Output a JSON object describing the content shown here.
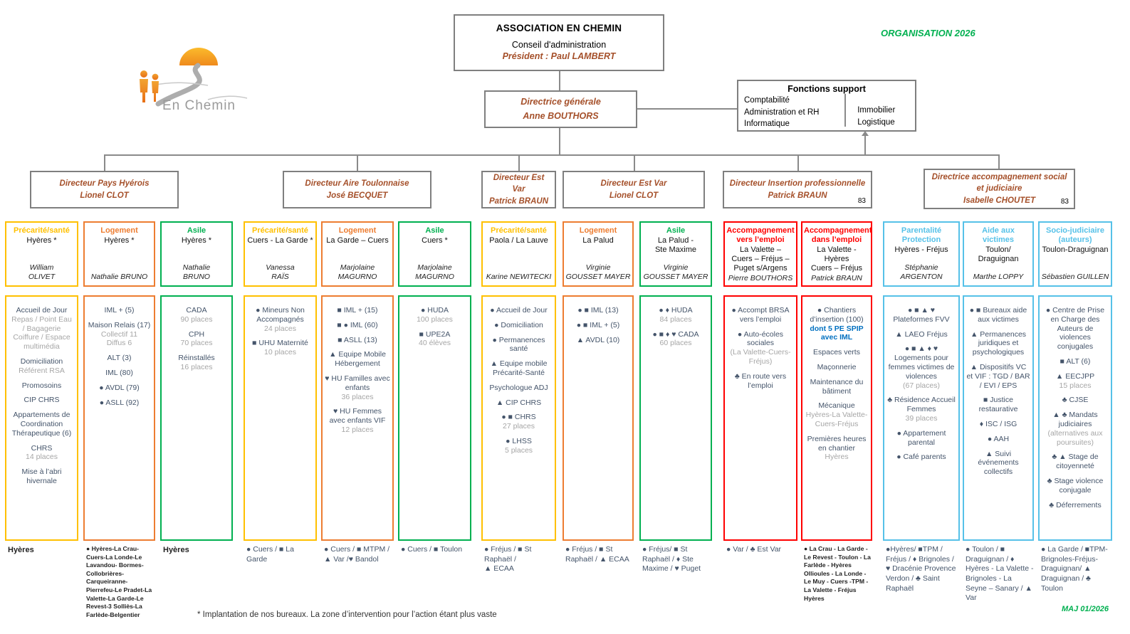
{
  "organisation_label": "ORGANISATION 2026",
  "maj_label": "MAJ 01/2026",
  "footnote": "* Implantation de nos bureaux. La zone d’intervention pour l’action étant plus vaste",
  "logo": {
    "text": "En Chemin"
  },
  "association": {
    "title": "ASSOCIATION EN CHEMIN",
    "board": "Conseil d'administration",
    "president": "Président : Paul LAMBERT"
  },
  "direction": {
    "role": "Directrice générale",
    "name": "Anne BOUTHORS"
  },
  "support": {
    "title": "Fonctions support",
    "left": [
      "Comptabilité",
      "Administration et RH",
      "Informatique"
    ],
    "right": [
      "Immobilier",
      "Logistique"
    ]
  },
  "directors": [
    {
      "title": "Directeur Pays Hyérois",
      "name": "Lionel CLOT"
    },
    {
      "title": "Directeur Aire Toulonnaise",
      "name": "José BECQUET"
    },
    {
      "title": "Directeur Est Var",
      "name": "Patrick BRAUN"
    },
    {
      "title": "Directeur Est Var",
      "name": "Lionel CLOT"
    },
    {
      "title": "Directeur Insertion professionnelle",
      "name": "Patrick BRAUN",
      "badge": "83"
    },
    {
      "title": "Directrice accompagnement social et judiciaire",
      "name": "Isabelle CHOUTET",
      "badge": "83"
    }
  ],
  "palette": {
    "yellow": "#FFC000",
    "orange": "#ED7D31",
    "green": "#00B050",
    "red": "#FF0000",
    "blue": "#56C1E8",
    "brown_text": "#A5502A",
    "body_text": "#44546A",
    "gray_text": "#A6A6A6",
    "blue_text": "#0070C0",
    "green_text": "#00B050"
  },
  "columns": [
    {
      "color": "yellow",
      "header": {
        "category": "Précarité/santé",
        "location": "Hyères *",
        "name": "William\nOLIVET"
      },
      "items": [
        {
          "text": "Accueil de Jour",
          "sub": "Repas / Point Eau\n/ Bagagerie\nCoiffure / Espace\nmultimédia"
        },
        {
          "text": "Domiciliation",
          "sub": "Référent RSA"
        },
        {
          "text": "Promosoins"
        },
        {
          "text": "CIP CHRS"
        },
        {
          "text": "Appartements de Coordination Thérapeutique (6)"
        },
        {
          "text": "CHRS",
          "sub": "14 places"
        },
        {
          "text": "Mise à l’abri hivernale"
        }
      ],
      "footer": "Hyères"
    },
    {
      "color": "orange",
      "header": {
        "category": "Logement",
        "location": "Hyères *",
        "name": "Nathalie BRUNO"
      },
      "items": [
        {
          "text": "IML + (5)"
        },
        {
          "text": "Maison Relais (17)",
          "sub": "Collectif 11\nDiffus 6"
        },
        {
          "text": "ALT (3)"
        },
        {
          "text": "IML (80)"
        },
        {
          "text": "● AVDL (79)"
        },
        {
          "text": "● ASLL (92)"
        }
      ],
      "footer": "● Hyères-La Crau-Cuers-La Londe-Le Lavandou- Bormes-Collobrières-Carqueiranne-Pierrefeu-Le Pradet-La Valette-La Garde-Le Revest-3 Solliès-La Farlède-Belgentier"
    },
    {
      "color": "green",
      "header": {
        "category": "Asile",
        "location": "Hyères *",
        "name": "Nathalie\nBRUNO"
      },
      "items": [
        {
          "text": "CADA",
          "sub": "90 places"
        },
        {
          "text": "CPH",
          "sub": "70 places"
        },
        {
          "text": "Réinstallés",
          "sub": "16 places"
        }
      ],
      "footer": "Hyères"
    },
    {
      "color": "yellow",
      "header": {
        "category": "Précarité/santé",
        "location": "Cuers - La Garde *",
        "name": "Vanessa\nRAÏS"
      },
      "items": [
        {
          "text": "● Mineurs Non Accompagnés",
          "sub": "24 places"
        },
        {
          "text": "■ UHU Maternité",
          "sub": "10 places"
        }
      ],
      "footer": "● Cuers / ■ La Garde"
    },
    {
      "color": "orange",
      "header": {
        "category": "Logement",
        "location": "La Garde – Cuers",
        "name": "Marjolaine\nMAGURNO"
      },
      "items": [
        {
          "text": "■ IML + (15)"
        },
        {
          "text": "■ ● IML (60)"
        },
        {
          "text": "■ ASLL (13)"
        },
        {
          "text": "▲ Equipe Mobile Hébergement"
        },
        {
          "text": "♥ HU Familles avec enfants",
          "sub": "36 places"
        },
        {
          "text": "♥ HU Femmes avec enfants VIF",
          "sub": "12 places"
        }
      ],
      "footer": "● Cuers / ■ MTPM / ▲ Var /♥ Bandol"
    },
    {
      "color": "green",
      "header": {
        "category": "Asile",
        "location": "Cuers *",
        "name": "Marjolaine\nMAGURNO"
      },
      "items": [
        {
          "text": "● HUDA",
          "sub": "100 places"
        },
        {
          "text": "■ UPE2A",
          "sub": "40 élèves"
        }
      ],
      "footer": "● Cuers / ■ Toulon"
    },
    {
      "color": "yellow",
      "header": {
        "category": "Précarité/santé",
        "location": "Paola / La Lauve",
        "name": "Karine NEWITECKI"
      },
      "items": [
        {
          "text": "● Accueil de Jour"
        },
        {
          "text": "● Domiciliation"
        },
        {
          "text": "● Permanences santé"
        },
        {
          "text": "▲ Equipe mobile Précarité-Santé"
        },
        {
          "text": "Psychologue ADJ"
        },
        {
          "text": "▲ CIP CHRS"
        },
        {
          "text": "● ■ CHRS",
          "sub": "27 places"
        },
        {
          "text": "● LHSS",
          "sub": "5 places"
        }
      ],
      "footer": "● Fréjus / ■ St Raphaël /\n▲ ECAA"
    },
    {
      "color": "orange",
      "header": {
        "category": "Logement",
        "location": "La Palud",
        "name": "Virginie\nGOUSSET MAYER"
      },
      "items": [
        {
          "text": "● ■ IML (13)"
        },
        {
          "text": "● ■ IML + (5)"
        },
        {
          "text": "▲ AVDL (10)"
        }
      ],
      "footer": "● Fréjus / ■ St Raphaël / ▲ ECAA"
    },
    {
      "color": "green",
      "header": {
        "category": "Asile",
        "location": "La Palud -\nSte Maxime",
        "name": "Virginie\nGOUSSET MAYER"
      },
      "items": [
        {
          "text": "● ♦ HUDA",
          "sub": "84 places"
        },
        {
          "text": "● ■ ♦ ♥ CADA",
          "sub": "60 places"
        }
      ],
      "footer": "● Fréjus/ ■ St Raphaël / ♦ Ste Maxime / ♥ Puget"
    },
    {
      "color": "red",
      "header": {
        "category": "Accompagnement vers l’emploi",
        "location": "La Valette –\nCuers – Fréjus –\nPuget s/Argens",
        "name": "Pierre BOUTHORS"
      },
      "items": [
        {
          "text": "● Accompt BRSA vers l’emploi"
        },
        {
          "text": "● Auto-écoles sociales",
          "sub": "(La Valette-Cuers-Fréjus)"
        },
        {
          "text": "♣ En route vers l’emploi"
        }
      ],
      "footer": "● Var / ♣ Est Var"
    },
    {
      "color": "red",
      "header": {
        "category": "Accompagnement dans l’emploi",
        "location": "La Valette - Hyères\nCuers – Fréjus",
        "name": "Patrick BRAUN"
      },
      "items": [
        {
          "text": "● Chantiers d’insertion (100)",
          "blue": "dont 5 PE SPIP avec IML"
        },
        {
          "text": "Espaces verts"
        },
        {
          "text": "Maçonnerie"
        },
        {
          "text": "Maintenance du bâtiment"
        },
        {
          "text": "Mécanique",
          "sub": "Hyères-La Valette-Cuers-Fréjus"
        },
        {
          "text": "Premières heures en chantier",
          "sub": "Hyères"
        }
      ],
      "footer": "● La Crau - La Garde - Le Revest - Toulon - La Farlède - Hyères Ollioules - La Londe - Le Muy - Cuers -TPM - La Valette - Fréjus Hyères"
    },
    {
      "color": "blue",
      "header": {
        "category": "Parentalité\nProtection",
        "location": "Hyères - Fréjus",
        "name": "Stéphanie\nARGENTON"
      },
      "items": [
        {
          "text": "● ■ ▲ ♥\nPlateformes FVV"
        },
        {
          "text": "▲ LAEO Fréjus"
        },
        {
          "text": "● ■ ▲ ♦ ♥\nLogements pour femmes victimes de violences",
          "sub": "(67 places)"
        },
        {
          "text": "♣ Résidence Accueil Femmes",
          "sub": "39 places"
        },
        {
          "text": "● Appartement parental"
        },
        {
          "text": "● Café parents"
        }
      ],
      "footer": "●Hyères/ ■TPM / Fréjus / ♦ Brignoles / ♥ Dracénie Provence Verdon / ♣ Saint Raphaël"
    },
    {
      "color": "blue",
      "header": {
        "category": "Aide aux victimes",
        "location": "Toulon/ Draguignan",
        "name": "Marthe LOPPY"
      },
      "items": [
        {
          "text": "● ■ Bureaux aide aux victimes"
        },
        {
          "text": "▲ Permanences juridiques et psychologiques"
        },
        {
          "text": "▲ Dispositifs VC et VIF : TGD / BAR / EVI / EPS"
        },
        {
          "text": "■ Justice restaurative"
        },
        {
          "text": "♦ ISC / ISG"
        },
        {
          "text": "● AAH"
        },
        {
          "text": "▲ Suivi événements collectifs"
        }
      ],
      "footer": "● Toulon / ■ Draguignan / ♦ Hyères - La Valette - Brignoles - La Seyne – Sanary / ▲ Var"
    },
    {
      "color": "blue",
      "header": {
        "category": "Socio-judiciaire\n(auteurs)",
        "location": "Toulon-Draguignan",
        "name": "Sébastien GUILLEN"
      },
      "items": [
        {
          "text": "● Centre de Prise en Charge des Auteurs de violences conjugales"
        },
        {
          "text": "■ ALT (6)"
        },
        {
          "text": "▲ EECJPP",
          "sub": "15 places"
        },
        {
          "text": "♣ CJSE"
        },
        {
          "text": "▲ ♣ Mandats judiciaires",
          "sub": "(alternatives aux poursuites)"
        },
        {
          "text": "♣ ▲ Stage de citoyenneté"
        },
        {
          "text": "♣ Stage violence conjugale"
        },
        {
          "text": "♣ Déferrements"
        }
      ],
      "footer": "● La Garde / ■TPM-Brignoles-Fréjus-Draguignan/ ▲ Draguignan / ♣ Toulon"
    }
  ]
}
